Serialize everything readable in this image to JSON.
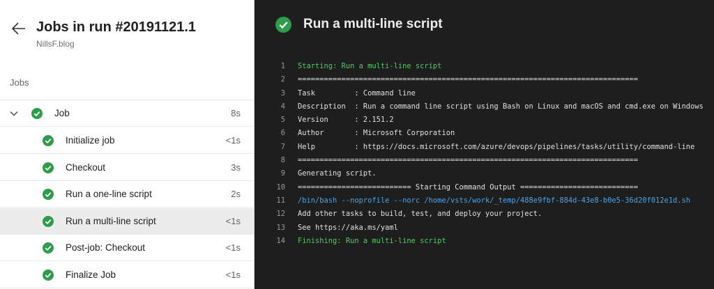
{
  "colors": {
    "success": "#2e9c4a",
    "log_green": "#55c86a",
    "log_blue": "#4fa3e8",
    "panel_dark": "#1e1e1e"
  },
  "left": {
    "back_icon": "arrow-left-icon",
    "title": "Jobs in run #20191121.1",
    "subtitle": "NillsF.blog",
    "jobs_label": "Jobs",
    "job": {
      "name": "Job",
      "duration": "8s",
      "expand_icon": "chevron-down-icon",
      "status_icon": "check-circle-icon"
    },
    "steps": [
      {
        "name": "Initialize job",
        "duration": "<1s"
      },
      {
        "name": "Checkout",
        "duration": "3s"
      },
      {
        "name": "Run a one-line script",
        "duration": "2s"
      },
      {
        "name": "Run a multi-line script",
        "duration": "<1s",
        "selected": true
      },
      {
        "name": "Post-job: Checkout",
        "duration": "<1s"
      },
      {
        "name": "Finalize Job",
        "duration": "<1s"
      }
    ]
  },
  "right": {
    "title": "Run a multi-line script",
    "status_icon": "check-circle-icon",
    "log": [
      {
        "n": "1",
        "text": "Starting: Run a multi-line script",
        "style": "green"
      },
      {
        "n": "2",
        "text": "==============================================================================",
        "style": ""
      },
      {
        "n": "3",
        "text": "Task         : Command line",
        "style": ""
      },
      {
        "n": "4",
        "text": "Description  : Run a command line script using Bash on Linux and macOS and cmd.exe on Windows",
        "style": ""
      },
      {
        "n": "5",
        "text": "Version      : 2.151.2",
        "style": ""
      },
      {
        "n": "6",
        "text": "Author       : Microsoft Corporation",
        "style": ""
      },
      {
        "n": "7",
        "text": "Help         : https://docs.microsoft.com/azure/devops/pipelines/tasks/utility/command-line",
        "style": ""
      },
      {
        "n": "8",
        "text": "==============================================================================",
        "style": ""
      },
      {
        "n": "9",
        "text": "Generating script.",
        "style": ""
      },
      {
        "n": "10",
        "text": "========================== Starting Command Output ===========================",
        "style": ""
      },
      {
        "n": "11",
        "text": "/bin/bash --noprofile --norc /home/vsts/work/_temp/488e9fbf-884d-43e8-b0e5-36d20f012e1d.sh",
        "style": "blue"
      },
      {
        "n": "12",
        "text": "Add other tasks to build, test, and deploy your project.",
        "style": ""
      },
      {
        "n": "13",
        "text": "See https://aka.ms/yaml",
        "style": ""
      },
      {
        "n": "14",
        "text": "Finishing: Run a multi-line script",
        "style": "green"
      }
    ]
  }
}
